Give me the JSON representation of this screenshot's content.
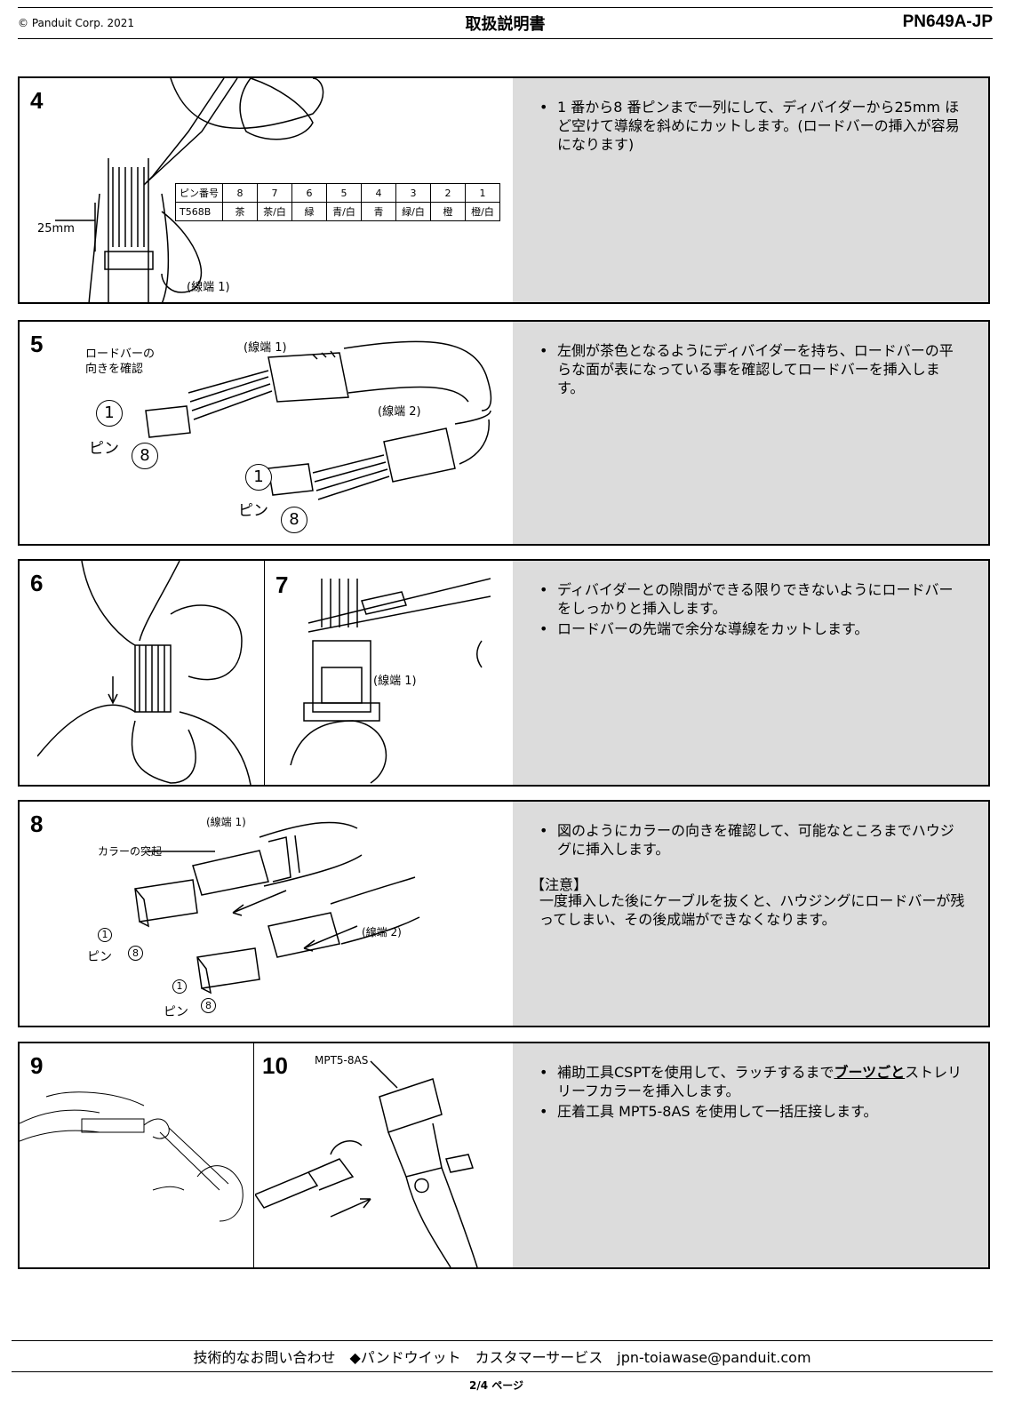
{
  "header": {
    "copyright": "© Panduit Corp. 2021",
    "title": "取扱説明書",
    "doc_code": "PN649A-JP"
  },
  "step4": {
    "num": "4",
    "bullets": [
      "1 番から8 番ピンまで一列にして、ディバイダーから25mm ほど空けて導線を斜めにカットします。(ロードバーの挿入が容易になります)"
    ],
    "dim": "25mm",
    "end_label": "(線端 1)",
    "pin_table": {
      "row1_label": "ピン番号",
      "row1": [
        "8",
        "7",
        "6",
        "5",
        "4",
        "3",
        "2",
        "1"
      ],
      "row2_label": "T568B",
      "row2": [
        "茶",
        "茶/白",
        "緑",
        "青/白",
        "青",
        "緑/白",
        "橙",
        "橙/白"
      ]
    }
  },
  "step5": {
    "num": "5",
    "bullets": [
      "左側が茶色となるようにディバイダーを持ち、ロードバーの平らな面が表になっている事を確認してロードバーを挿入します。"
    ],
    "callout": "ロードバーの\n向きを確認",
    "end1": "(線端 1)",
    "end2": "(線端 2)",
    "pin_word": "ピン",
    "pin_a": "1",
    "pin_b": "8"
  },
  "step67": {
    "num6": "6",
    "num7": "7",
    "end_label": "(線端 1)",
    "bullets": [
      "ディバイダーとの隙間ができる限りできないようにロードバーをしっかりと挿入します。",
      "ロードバーの先端で余分な導線をカットします。"
    ]
  },
  "step8": {
    "num": "8",
    "bullets": [
      "図のようにカラーの向きを確認して、可能なところまでハウジグに挿入します。"
    ],
    "note_title": "【注意】",
    "note_body": "一度挿入した後にケーブルを抜くと、ハウジングにロードバーが残ってしまい、その後成端ができなくなります。",
    "collar_label": "カラーの突起",
    "end1": "(線端 1)",
    "end2": "(線端 2)",
    "pin_word": "ピン",
    "pin_a": "1",
    "pin_b": "8"
  },
  "step910": {
    "num9": "9",
    "num10": "10",
    "tool_label": "MPT5-8AS",
    "bullet1_pre": "補助工具CSPTを使用して、ラッチするまで",
    "bullet1_em": "ブーツごと",
    "bullet1_post": "ストレリリーフカラーを挿入します。",
    "bullet2": "圧着工具 MPT5-8AS を使用して一括圧接します。"
  },
  "footer": {
    "contact": "技術的なお問い合わせ　◆パンドウイット　カスタマーサービス　jpn-toiawase@panduit.com",
    "page": "2/4 ページ"
  }
}
